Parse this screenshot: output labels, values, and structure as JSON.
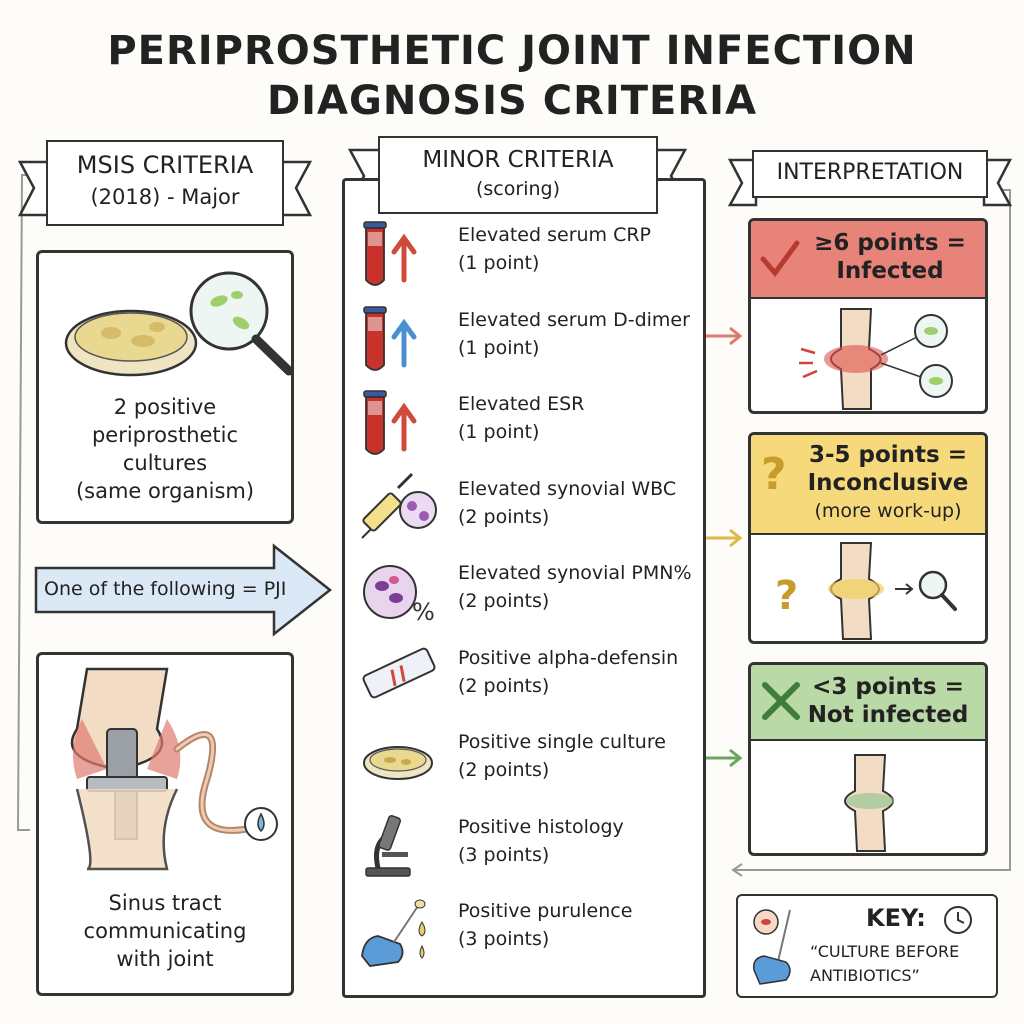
{
  "title": {
    "line1": "PERIPROSTHETIC JOINT INFECTION",
    "line2": "DIAGNOSIS CRITERIA"
  },
  "major": {
    "banner_line1": "MSIS CRITERIA",
    "banner_line2": "(2018) - Major",
    "box1_text": [
      "2 positive",
      "periprosthetic",
      "cultures",
      "(same organism)"
    ],
    "arrow_text": "One of the following = PJI",
    "box2_text": [
      "Sinus tract",
      "communicating",
      "with joint"
    ]
  },
  "minor": {
    "banner_line1": "MINOR CRITERIA",
    "banner_line2": "(scoring)",
    "items": [
      {
        "name": "Elevated serum CRP",
        "points": "(1 point)",
        "icon": "blood-tube-up-arrow-icon"
      },
      {
        "name": "Elevated serum D-dimer",
        "points": "(1 point)",
        "icon": "blood-tube-up-arrow-icon"
      },
      {
        "name": "Elevated ESR",
        "points": "(1 point)",
        "icon": "blood-tube-up-arrow-icon"
      },
      {
        "name": "Elevated synovial WBC",
        "points": "(2 points)",
        "icon": "syringe-cells-icon"
      },
      {
        "name": "Elevated synovial PMN%",
        "points": "(2 points)",
        "icon": "neutrophil-percent-icon"
      },
      {
        "name": "Positive alpha-defensin",
        "points": "(2 points)",
        "icon": "test-strip-icon"
      },
      {
        "name": "Positive single culture",
        "points": "(2 points)",
        "icon": "petri-dish-icon"
      },
      {
        "name": "Positive histology",
        "points": "(3 points)",
        "icon": "microscope-icon"
      },
      {
        "name": "Positive purulence",
        "points": "(3 points)",
        "icon": "gloved-hand-swab-icon"
      }
    ]
  },
  "interpretation": {
    "banner": "INTERPRETATION",
    "infected": {
      "line1": "≥6 points =",
      "line2": "Infected",
      "color": "#e8837a"
    },
    "inconclusive": {
      "line1": "3-5 points =",
      "line2": "Inconclusive",
      "line3": "(more work-up)",
      "color": "#f5d97a"
    },
    "not_infected": {
      "line1": "<3 points =",
      "line2": "Not infected",
      "color": "#b9d9a6"
    },
    "key_label": "KEY:",
    "key_text_line1": "“CULTURE BEFORE",
    "key_text_line2": "ANTIBIOTICS”"
  }
}
